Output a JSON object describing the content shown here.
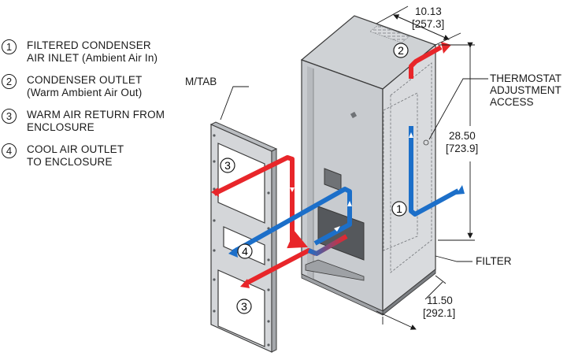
{
  "legend": [
    {
      "num": "1",
      "line1": "FILTERED CONDENSER",
      "line2": "AIR INLET (Ambient Air In)"
    },
    {
      "num": "2",
      "line1": "CONDENSER OUTLET",
      "line2": "(Warm Ambient Air Out)"
    },
    {
      "num": "3",
      "line1": "WARM AIR RETURN FROM",
      "line2": "ENCLOSURE"
    },
    {
      "num": "4",
      "line1": "COOL AIR OUTLET",
      "line2": "TO ENCLOSURE"
    }
  ],
  "labels": {
    "mtab": "M/TAB",
    "thermostat_1": "THERMOSTAT",
    "thermostat_2": "ADJUSTMENT",
    "thermostat_3": "ACCESS",
    "filter": "FILTER"
  },
  "dimensions": {
    "width_in": "10.13",
    "width_mm": "[257.3]",
    "height_in": "28.50",
    "height_mm": "[723.9]",
    "depth_in": "11.50",
    "depth_mm": "[292.1]"
  },
  "callouts": {
    "c1": "1",
    "c2": "2",
    "c3a": "3",
    "c3b": "3",
    "c4": "4"
  },
  "colors": {
    "warm_air": "#e8262a",
    "cool_air": "#1c6fc9",
    "housing": "#d4d6d9",
    "housing_dark": "#9a9da1"
  }
}
